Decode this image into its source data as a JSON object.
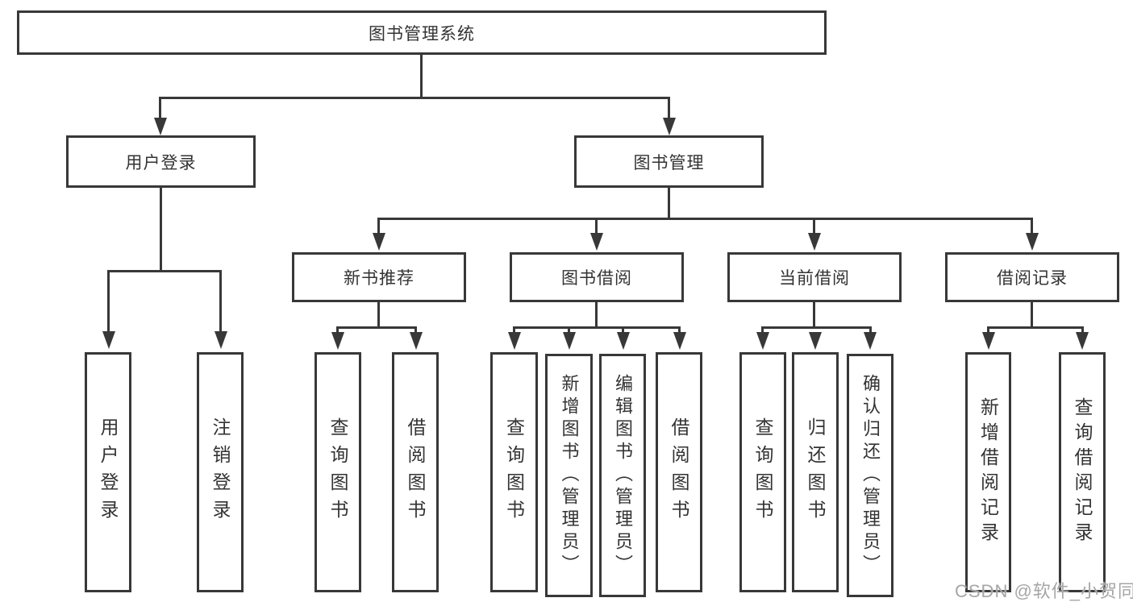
{
  "diagram": {
    "root_label": "图书管理系统",
    "level2": {
      "user_login": "用户登录",
      "book_management": "图书管理"
    },
    "level3": {
      "new_book_recommend": "新书推荐",
      "book_borrowing": "图书借阅",
      "current_borrowing": "当前借阅",
      "borrowing_records": "借阅记录"
    },
    "leaves": {
      "user_login": "用户登录",
      "logout": "注销登录",
      "newbook_query_books": "查询图书",
      "newbook_borrow_books": "借阅图书",
      "borrow_query_books": "查询图书",
      "borrow_add_books_admin": "新增图书（管理员）",
      "borrow_edit_books_admin": "编辑图书（管理员）",
      "borrow_borrow_books": "借阅图书",
      "current_query_books": "查询图书",
      "current_return_books": "归还图书",
      "current_confirm_return_admin": "确认归还（管理员）",
      "records_add_record": "新增借阅记录",
      "records_query_record": "查询借阅记录"
    }
  },
  "watermark": {
    "text": "CSDN @软件_小贺同学",
    "color": "#a6a6a6"
  },
  "colors": {
    "box_border": "#383838",
    "line": "#383838",
    "text": "#333333",
    "background": "#ffffff"
  }
}
